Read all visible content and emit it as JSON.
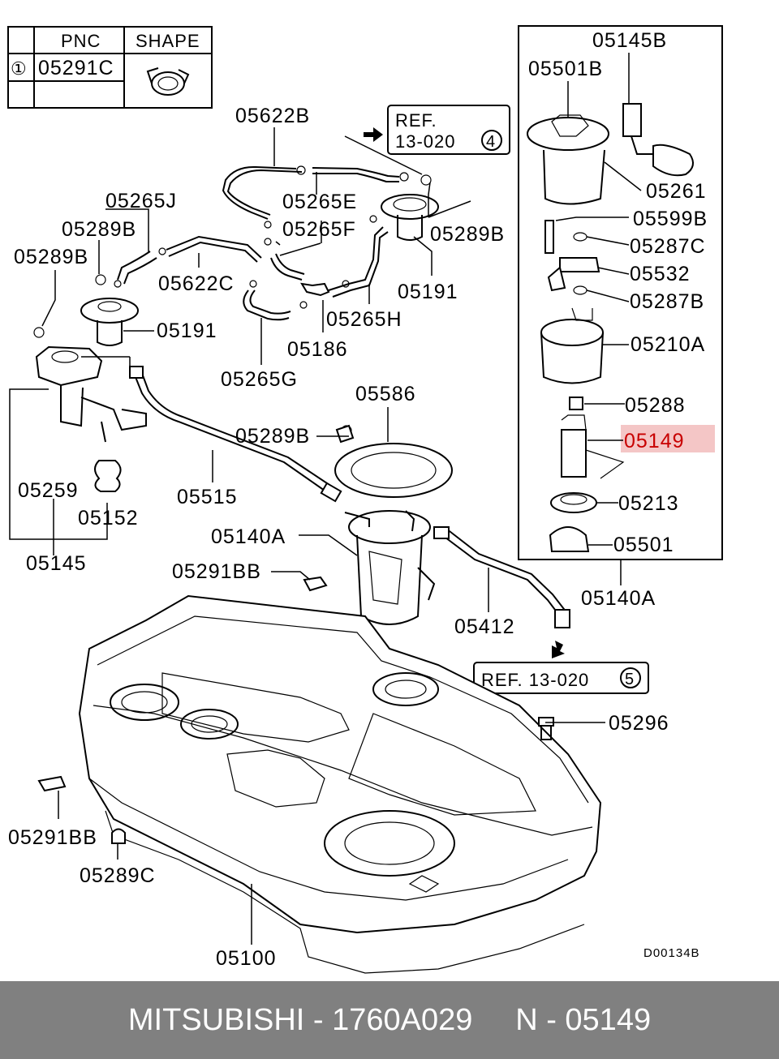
{
  "table": {
    "headers": [
      "PNC",
      "SHAPE"
    ],
    "row_marker": "①",
    "row_pnc": "05291C"
  },
  "ref_boxes": [
    {
      "text_line1": "REF.",
      "text_line2": "13-020",
      "circle": "4"
    },
    {
      "text": "REF. 13-020",
      "circle": "5"
    }
  ],
  "labels": {
    "l05622B": "05622B",
    "l05265J": "05265J",
    "l05265E": "05265E",
    "l05265F": "05265F",
    "l05289B_a": "05289B",
    "l05289B_b": "05289B",
    "l05289B_c": "05289B",
    "l05289B_d": "05289B",
    "l05622C": "05622C",
    "l05191_a": "05191",
    "l05191_b": "05191",
    "l05265H": "05265H",
    "l05186": "05186",
    "l05265G": "05265G",
    "l05586": "05586",
    "l05259": "05259",
    "l05515": "05515",
    "l05152": "05152",
    "l05145": "05145",
    "l05140A": "05140A",
    "l05291BB_a": "05291BB",
    "l05412": "05412",
    "l05296": "05296",
    "l05291BB_b": "05291BB",
    "l05289C": "05289C",
    "l05100": "05100",
    "l05145B": "05145B",
    "l05501B": "05501B",
    "l05261": "05261",
    "l05599B": "05599B",
    "l05287C": "05287C",
    "l05532": "05532",
    "l05287B": "05287B",
    "l05210A": "05210A",
    "l05288": "05288",
    "l05149": "05149",
    "l05213": "05213",
    "l05501": "05501",
    "l05140A_b": "05140A"
  },
  "diagram_code": "D00134B",
  "highlight_color": "#f4c6c6",
  "footer": {
    "text": "MITSUBISHI - 1760A029     N - 05149"
  }
}
